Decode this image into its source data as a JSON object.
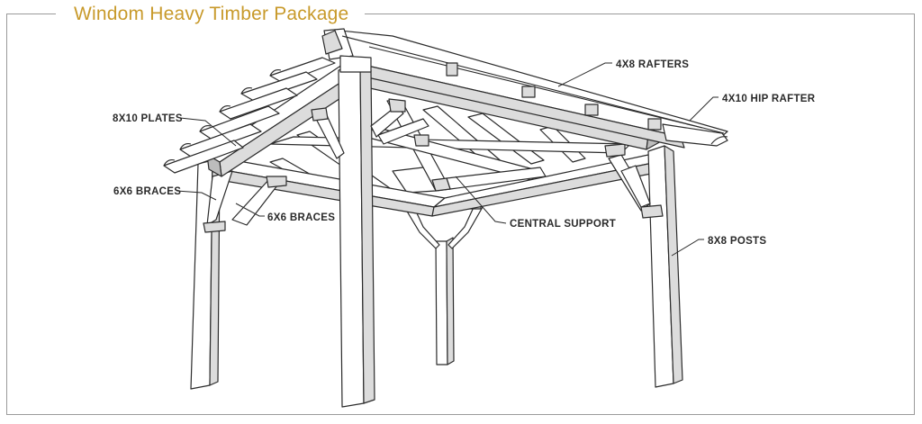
{
  "title": "Windom Heavy Timber Package",
  "accent_color": "#c89a2b",
  "labels": {
    "rafters": "4X8 RAFTERS",
    "hip_rafter": "4X10 HIP RAFTER",
    "plates": "8X10 PLATES",
    "braces_left": "6X6 BRACES",
    "braces_mid": "6X6 BRACES",
    "central_support": "CENTRAL SUPPORT",
    "posts": "8X8 POSTS"
  }
}
